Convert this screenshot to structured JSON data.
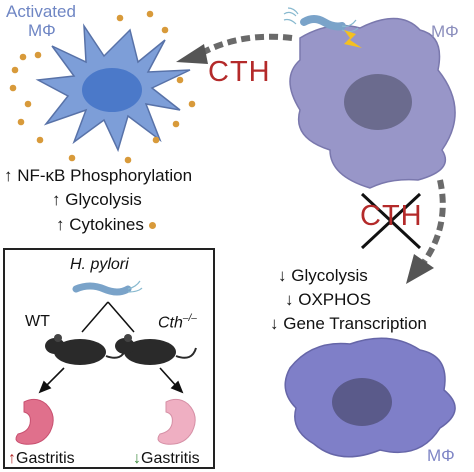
{
  "labels": {
    "activated_line1": "Activated",
    "activated_line2": "MΦ",
    "macrophage_right": "MΦ",
    "macrophage_bottom": "MΦ",
    "cth_top": "CTH",
    "cth_crossed": "CTH"
  },
  "activated_effects": [
    {
      "arrow": "↑",
      "text": "NF-κB Phosphorylation"
    },
    {
      "arrow": "↑",
      "text": "Glycolysis"
    },
    {
      "arrow": "↑",
      "text": "Cytokines"
    }
  ],
  "knockout_effects": [
    {
      "arrow": "↓",
      "text": "Glycolysis"
    },
    {
      "arrow": "↓",
      "text": "OXPHOS"
    },
    {
      "arrow": "↓",
      "text": "Gene Transcription"
    }
  ],
  "inset": {
    "pathogen": "H. pylori",
    "wt_label": "WT",
    "ko_label": "Cth",
    "ko_superscript": "–/–",
    "wt_outcome": {
      "arrow": "↑",
      "text": "Gastritis"
    },
    "ko_outcome": {
      "arrow": "↓",
      "text": "Gastritis"
    }
  },
  "colors": {
    "activated_cell": "#7d9ed8",
    "activated_nucleus": "#4b79c9",
    "resting_cell": "#8f8fc2",
    "resting_nucleus": "#6a6a8a",
    "cth_red": "#b42a2a",
    "cytokine_dot": "#d89a3a",
    "increase": "#b42a2a",
    "decrease": "#3c8a3c"
  }
}
